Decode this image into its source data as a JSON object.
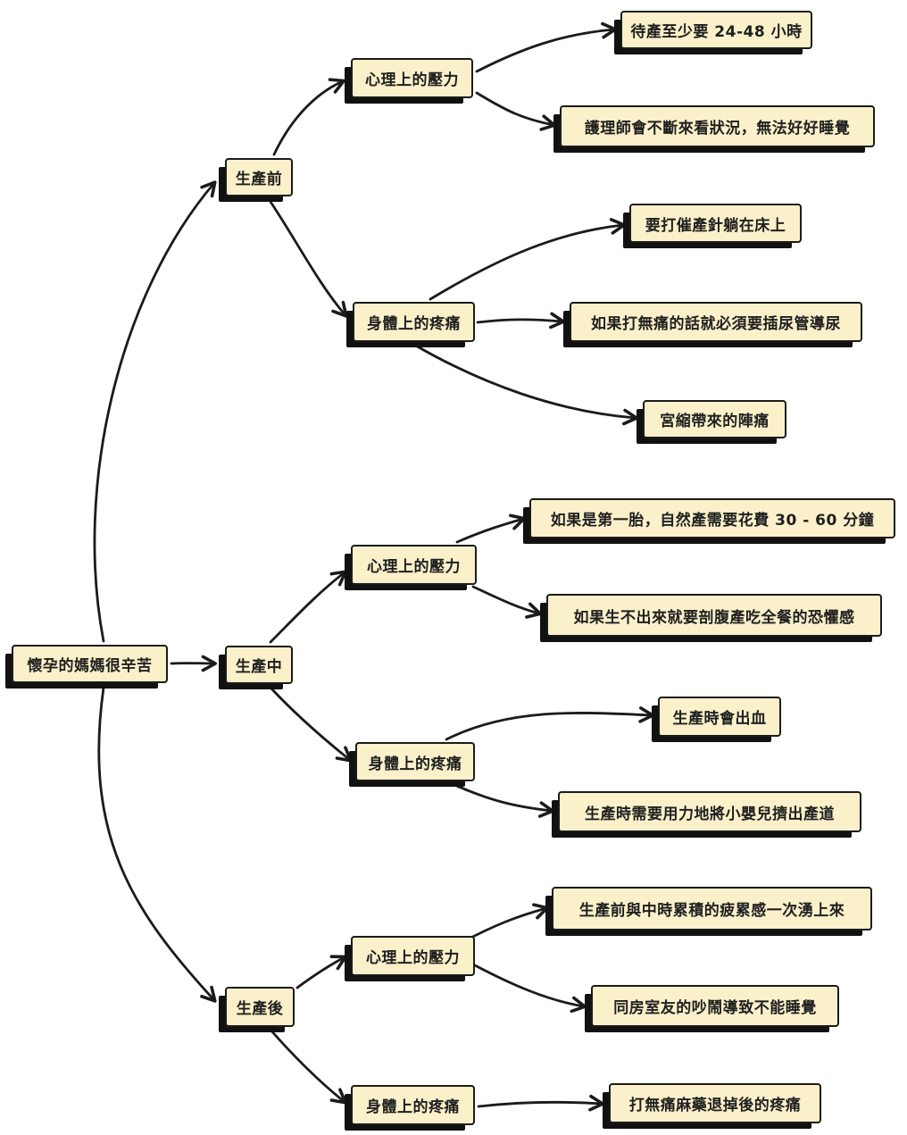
{
  "colors": {
    "background": "#ffffff",
    "node_fill": "#faf0ca",
    "node_border": "#1b1b1b",
    "node_shadow": "#111111",
    "connector": "#1b1b1b",
    "text": "#1f1f1f"
  },
  "tree": {
    "label": "懷孕的媽媽很辛苦",
    "children": [
      {
        "label": "生產前",
        "children": [
          {
            "label": "心理上的壓力",
            "children": [
              {
                "label": "待產至少要 24-48 小時"
              },
              {
                "label": "護理師會不斷來看狀況，無法好好睡覺"
              }
            ]
          },
          {
            "label": "身體上的疼痛",
            "children": [
              {
                "label": "要打催產針躺在床上"
              },
              {
                "label": "如果打無痛的話就必須要插尿管導尿"
              },
              {
                "label": "宮縮帶來的陣痛"
              }
            ]
          }
        ]
      },
      {
        "label": "生產中",
        "children": [
          {
            "label": "心理上的壓力",
            "children": [
              {
                "label": "如果是第一胎，自然產需要花費 30 - 60 分鐘"
              },
              {
                "label": "如果生不出來就要剖腹產吃全餐的恐懼感"
              }
            ]
          },
          {
            "label": "身體上的疼痛",
            "children": [
              {
                "label": "生產時會出血"
              },
              {
                "label": "生產時需要用力地將小嬰兒擠出產道"
              }
            ]
          }
        ]
      },
      {
        "label": "生產後",
        "children": [
          {
            "label": "心理上的壓力",
            "children": [
              {
                "label": "生產前與中時累積的疲累感一次湧上來"
              },
              {
                "label": "同房室友的吵鬧導致不能睡覺"
              }
            ]
          },
          {
            "label": "身體上的疼痛",
            "children": [
              {
                "label": "打無痛麻藥退掉後的疼痛"
              }
            ]
          }
        ]
      }
    ]
  }
}
